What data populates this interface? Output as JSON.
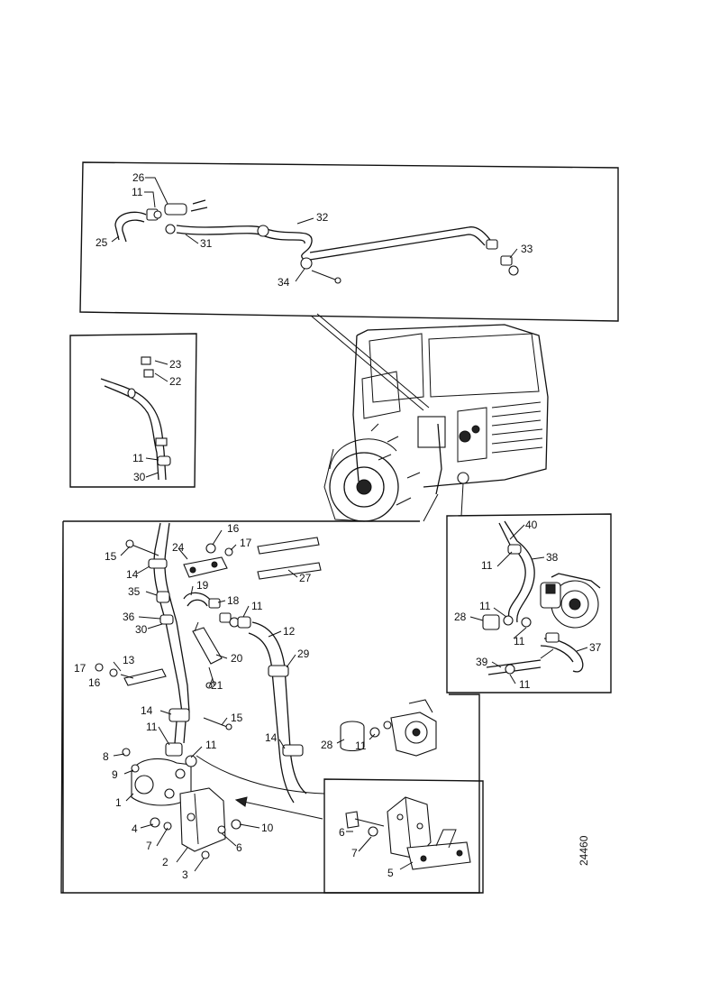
{
  "figure_code": "24460",
  "callouts": {
    "top": [
      "26",
      "11",
      "25",
      "31",
      "32",
      "34",
      "33"
    ],
    "left": [
      "23",
      "22",
      "11",
      "30"
    ],
    "right": [
      "40",
      "11",
      "38",
      "11",
      "28",
      "11",
      "39",
      "37",
      "11"
    ],
    "main": [
      "15",
      "14",
      "24",
      "16",
      "17",
      "27",
      "35",
      "19",
      "18",
      "11",
      "36",
      "30",
      "12",
      "29",
      "20",
      "13",
      "17",
      "16",
      "21",
      "14",
      "15",
      "11",
      "11",
      "8",
      "9",
      "1",
      "4",
      "7",
      "2",
      "3",
      "6",
      "10",
      "14",
      "28",
      "11"
    ],
    "inset": [
      "6",
      "7",
      "5"
    ]
  }
}
